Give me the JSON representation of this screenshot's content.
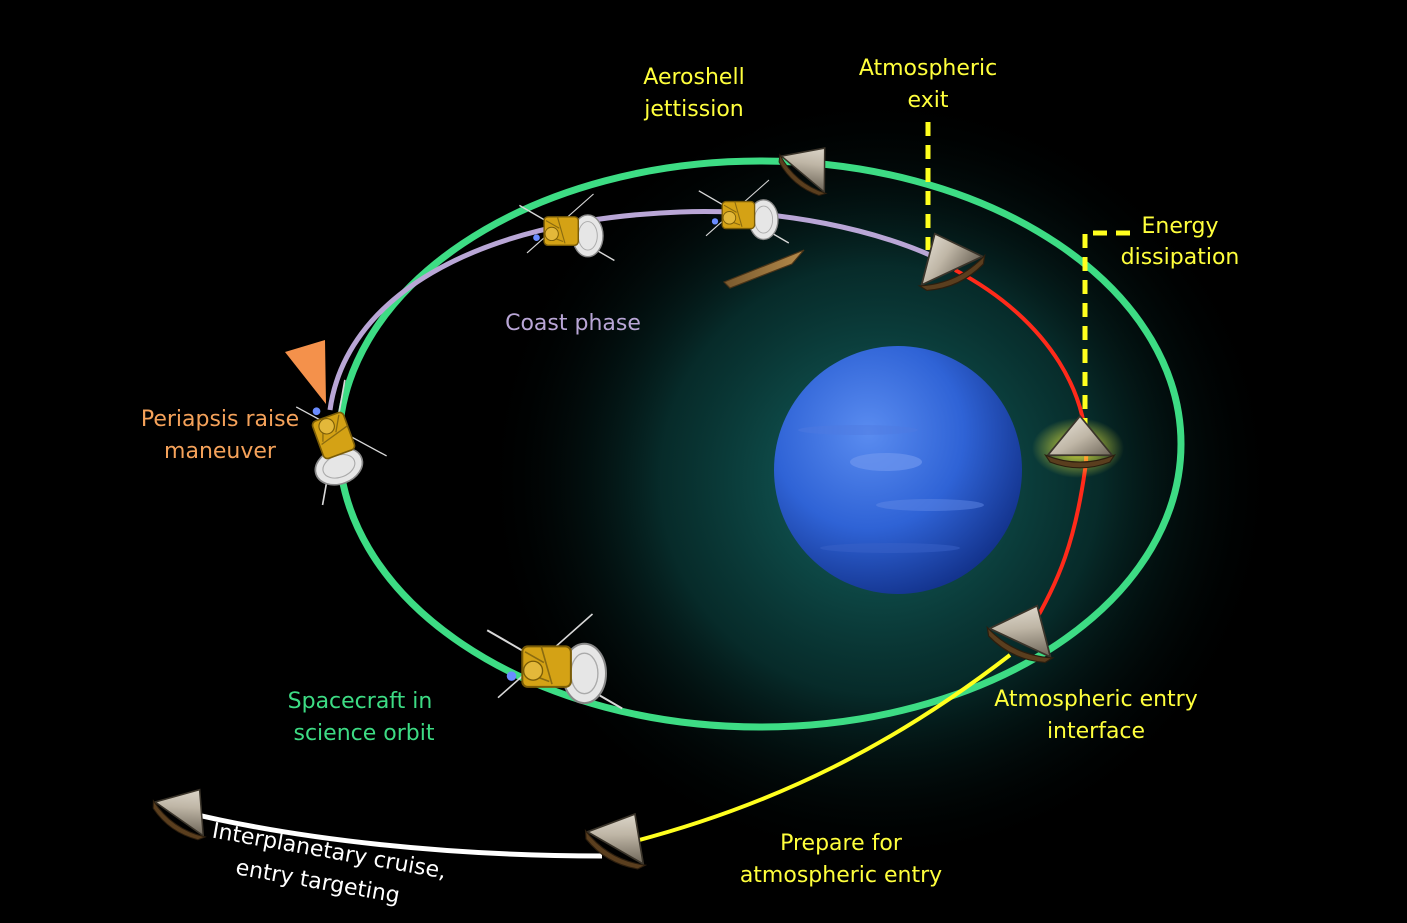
{
  "colors": {
    "background": "#000000",
    "science_orbit": "#3ddc84",
    "coast_arc": "#b9a6d6",
    "aero_arc": "#ff2a1a",
    "approach_arc": "#ffff1e",
    "cruise_arc": "#ffffff",
    "planet": "#2f63d6",
    "planet_glow": "#0f5f5c",
    "yellow_label": "#ffff3c",
    "green_label": "#3ddc84",
    "orange_label": "#f5a25a",
    "purple_label": "#b9a6d6",
    "white_label": "#ffffff",
    "burn_cone": "#f4914b"
  },
  "labels": {
    "aeroshell_line1": "Aeroshell",
    "aeroshell_line2": "jettission",
    "atmo_exit_line1": "Atmospheric",
    "atmo_exit_line2": "exit",
    "energy_line1": "Energy",
    "energy_line2": "dissipation",
    "coast": "Coast phase",
    "periapsis_line1": "Periapsis raise",
    "periapsis_line2": "maneuver",
    "science_line1": "Spacecraft in",
    "science_line2": "science orbit",
    "entry_line1": "Atmospheric entry",
    "entry_line2": "interface",
    "prepare_line1": "Prepare for",
    "prepare_line2": "atmospheric entry",
    "cruise_line1": "Interplanetary cruise,",
    "cruise_line2": "entry targeting"
  },
  "icons": {
    "planet": "neptune-planet-icon",
    "spacecraft": "orbiter-spacecraft-icon",
    "capsule": "aeroshell-capsule-icon",
    "heatshield": "heatshield-fragment-icon",
    "burn": "thruster-burn-cone-icon"
  }
}
